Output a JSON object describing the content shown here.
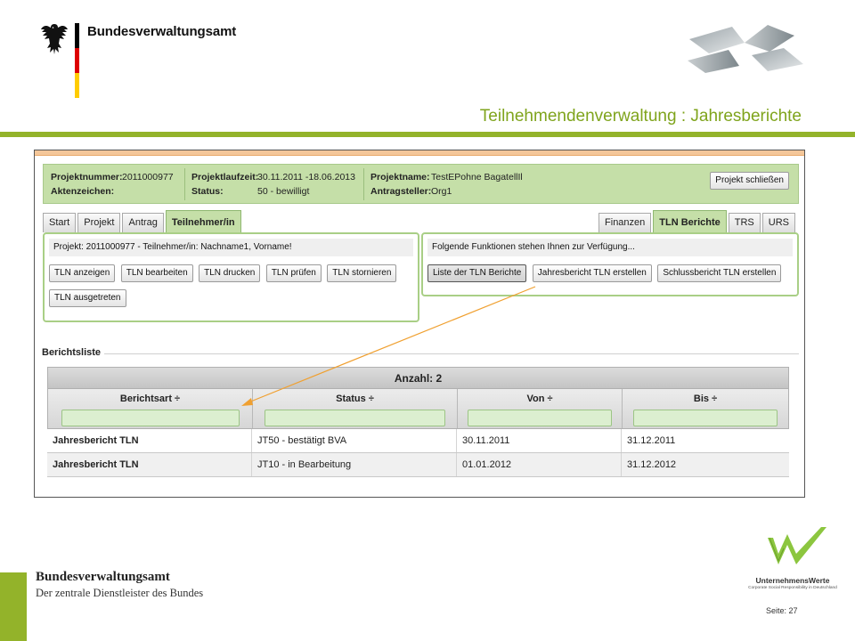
{
  "slide": {
    "org_name": "Bundesverwaltungsamt",
    "title": "Teilnehmendenverwaltung : Jahresberichte",
    "footer_org_name": "Bundesverwaltungsamt",
    "footer_org_sub": "Der zentrale Dienstleister des Bundes",
    "uw_brand": "UnternehmensWerte",
    "uw_tagline": "Corporate Social Responsibility in Deutschland",
    "page_label": "Seite: 27",
    "accent_color": "#93b32a",
    "title_color": "#7fa41c"
  },
  "project": {
    "nummer_label": "Projektnummer:",
    "nummer_value": "2011000977",
    "aktenzeichen_label": "Aktenzeichen:",
    "aktenzeichen_value": "",
    "laufzeit_label": "Projektlaufzeit:",
    "laufzeit_value": "30.11.2011 -18.06.2013",
    "status_label": "Status:",
    "status_value": "50 - bewilligt",
    "name_label": "Projektname:",
    "name_value": "TestEPohne BagatellIl",
    "antragsteller_label": "Antragsteller:",
    "antragsteller_value": "Org1",
    "close_button": "Projekt schließen"
  },
  "tabs_left": [
    {
      "label": "Start",
      "active": false
    },
    {
      "label": "Projekt",
      "active": false
    },
    {
      "label": "Antrag",
      "active": false
    },
    {
      "label": "Teilnehmer/in",
      "active": true
    }
  ],
  "tabs_right": [
    {
      "label": "Finanzen",
      "active": false
    },
    {
      "label": "TLN Berichte",
      "active": true
    },
    {
      "label": "TRS",
      "active": false
    },
    {
      "label": "URS",
      "active": false
    }
  ],
  "participant_box": {
    "info": "Projekt: 2011000977 - Teilnehmer/in: Nachname1, Vorname!",
    "buttons": [
      "TLN anzeigen",
      "TLN bearbeiten",
      "TLN drucken",
      "TLN prüfen",
      "TLN stornieren"
    ],
    "button_row2": "TLN ausgetreten"
  },
  "functions_box": {
    "info": "Folgende Funktionen stehen Ihnen zur Verfügung...",
    "buttons": [
      "Liste der TLN Berichte",
      "Jahresbericht TLN erstellen",
      "Schlussbericht TLN erstellen"
    ]
  },
  "report_list": {
    "legend": "Berichtsliste",
    "count_label": "Anzahl: 2",
    "columns": [
      "Berichtsart ÷",
      "Status ÷",
      "Von ÷",
      "Bis ÷"
    ],
    "rows": [
      [
        "Jahresbericht TLN",
        "JT50 - bestätigt BVA",
        "30.11.2011",
        "31.12.2011"
      ],
      [
        "Jahresbericht TLN",
        "JT10 - in Bearbeitung",
        "01.01.2012",
        "31.12.2012"
      ]
    ]
  },
  "icons": {
    "eagle": "federal-eagle-icon",
    "arrow": "orange-arrow-annotation",
    "uw_logo": "check-mark-logo-icon"
  },
  "colors": {
    "panel_green": "#c5dfa8",
    "filter_green": "#dcefd0",
    "arrow_orange": "#f0a030"
  }
}
